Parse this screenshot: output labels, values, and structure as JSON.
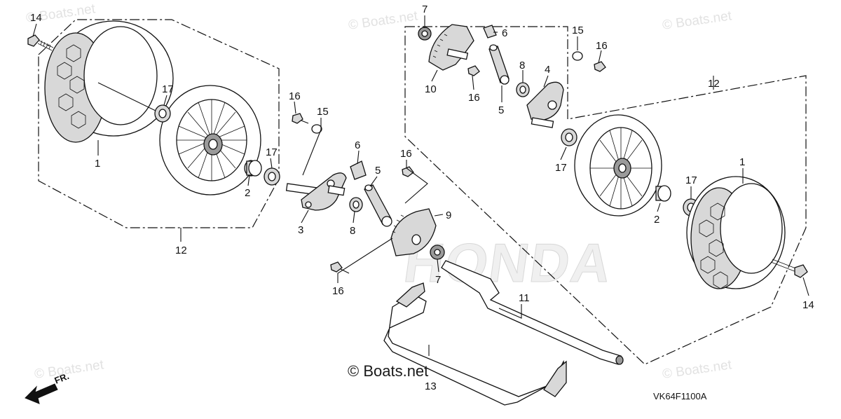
{
  "watermarks": {
    "top_left": "© Boats.net",
    "top_center": "© Boats.net",
    "top_right": "© Boats.net",
    "bottom_left": "© Boats.net",
    "bottom_center": "© Boats.net",
    "bottom_right": "© Boats.net"
  },
  "brand_watermark": "HONDA",
  "diagram_code": "VK64F1100A",
  "front_indicator": "FR.",
  "callouts": {
    "c14a": "14",
    "c1a": "1",
    "c17a": "17",
    "c12a": "12",
    "c2a": "2",
    "c17b": "17",
    "c16a": "16",
    "c15a": "15",
    "c3": "3",
    "c6a": "6",
    "c5a": "5",
    "c16b": "16",
    "c8a": "8",
    "c9": "9",
    "c16c": "16",
    "c7a": "7",
    "c11": "11",
    "c13": "13",
    "c7b": "7",
    "c6b": "6",
    "c10": "10",
    "c16d": "16",
    "c5b": "5",
    "c8b": "8",
    "c4": "4",
    "c15b": "15",
    "c16e": "16",
    "c12b": "12",
    "c17c": "17",
    "c1b": "1",
    "c17d": "17",
    "c2b": "2",
    "c14b": "14"
  },
  "colors": {
    "line": "#111111",
    "watermark": "#e2e2e2",
    "shade": "#d8d8d8"
  }
}
